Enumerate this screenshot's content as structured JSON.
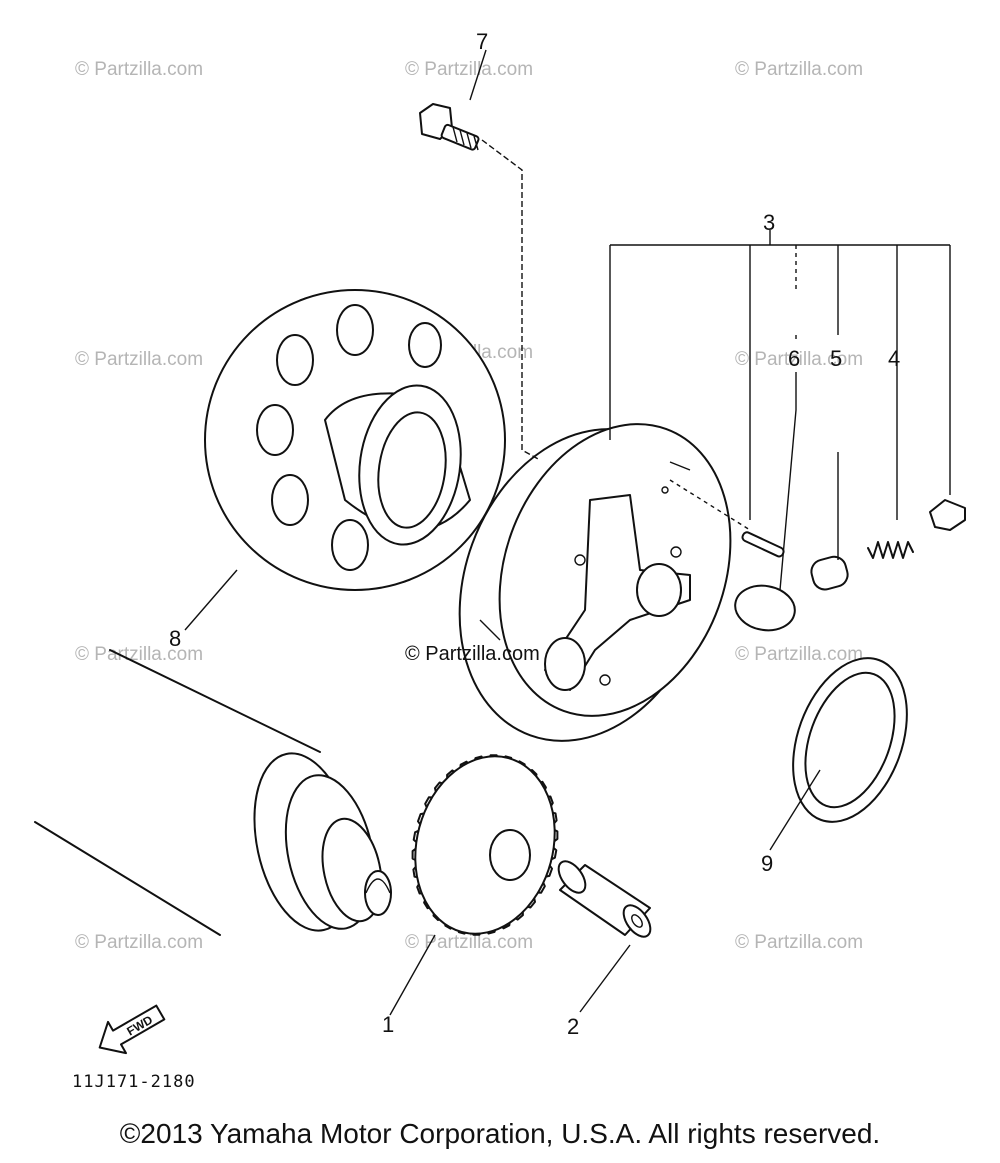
{
  "watermark": "© Partzilla.com",
  "callouts": {
    "p1": "1",
    "p2": "2",
    "p3": "3",
    "p4": "4",
    "p5": "5",
    "p6": "6",
    "p7": "7",
    "p8": "8",
    "p9": "9"
  },
  "fwd_label": "FWD",
  "diagram_code": "11J171-2180",
  "copyright": "©2013 Yamaha Motor Corporation, U.S.A. All rights reserved."
}
